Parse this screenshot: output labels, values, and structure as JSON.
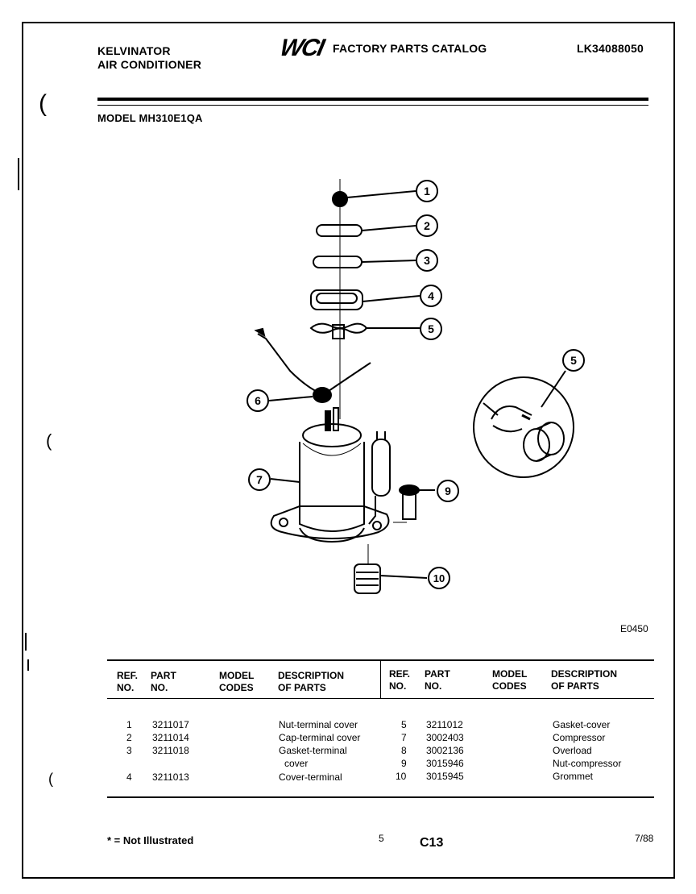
{
  "header": {
    "brand_line1": "KELVINATOR",
    "brand_line2": "AIR CONDITIONER",
    "logo_text": "WCI",
    "catalog_title": "FACTORY PARTS CATALOG",
    "catalog_number": "LK34088050",
    "model": "MODEL MH310E1QA"
  },
  "diagram": {
    "code": "E0450",
    "callouts": [
      "1",
      "2",
      "3",
      "4",
      "5",
      "5",
      "6",
      "7",
      "9",
      "10"
    ]
  },
  "table": {
    "headers": {
      "ref": "REF.",
      "ref2": "NO.",
      "part": "PART",
      "part2": "NO.",
      "model": "MODEL",
      "model2": "CODES",
      "desc": "DESCRIPTION",
      "desc2": "OF PARTS"
    },
    "left_rows": [
      {
        "ref": "1",
        "part": "3211017",
        "codes": "",
        "desc": "Nut-terminal cover"
      },
      {
        "ref": "2",
        "part": "3211014",
        "codes": "",
        "desc": "Cap-terminal cover"
      },
      {
        "ref": "3",
        "part": "3211018",
        "codes": "",
        "desc": "Gasket-terminal"
      },
      {
        "ref": "",
        "part": "",
        "codes": "",
        "desc": "cover"
      },
      {
        "ref": "4",
        "part": "3211013",
        "codes": "",
        "desc": "Cover-terminal"
      }
    ],
    "right_rows": [
      {
        "ref": "5",
        "part": "3211012",
        "codes": "",
        "desc": "Gasket-cover"
      },
      {
        "ref": "7",
        "part": "3002403",
        "codes": "",
        "desc": "Compressor"
      },
      {
        "ref": "8",
        "part": "3002136",
        "codes": "",
        "desc": "Overload"
      },
      {
        "ref": "9",
        "part": "3015946",
        "codes": "",
        "desc": "Nut-compressor"
      },
      {
        "ref": "10",
        "part": "3015945",
        "codes": "",
        "desc": "Grommet"
      }
    ]
  },
  "footer": {
    "note": "* = Not Illustrated",
    "page_num": "5",
    "section": "C13",
    "date": "7/88"
  }
}
